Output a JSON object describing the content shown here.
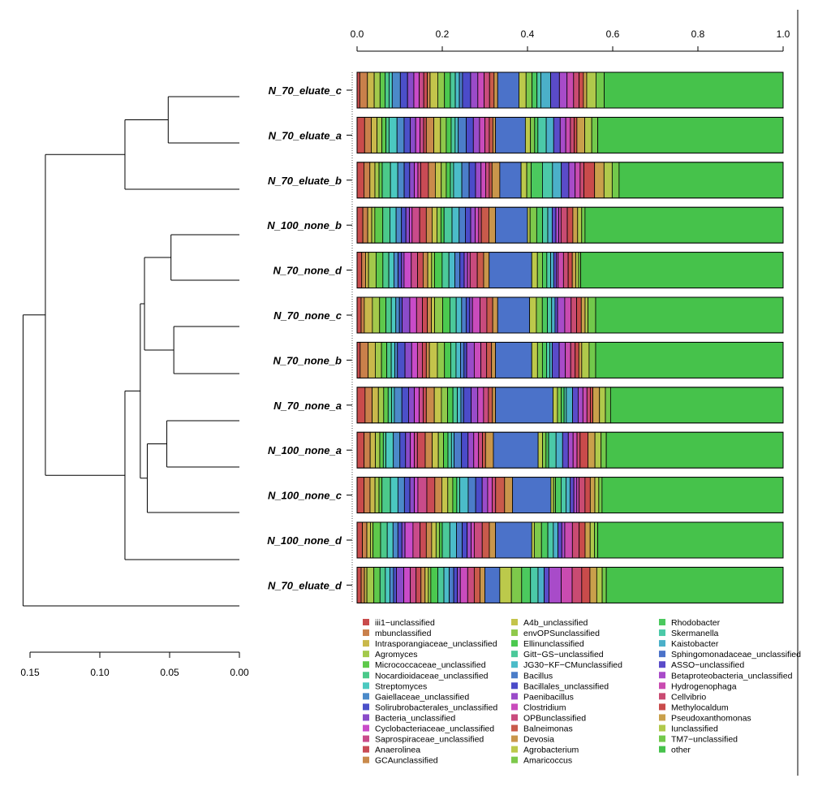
{
  "chart_data": {
    "type": "bar",
    "orientation": "horizontal",
    "stacked": true,
    "xlim": [
      0,
      1
    ],
    "x_ticks": [
      "0.0",
      "0.2",
      "0.4",
      "0.6",
      "0.8",
      "1.0"
    ],
    "dendrogram_ticks": [
      "0.15",
      "0.10",
      "0.05",
      "0.00"
    ],
    "dendrogram_range": [
      0.15,
      0.0
    ],
    "samples": [
      "N_70_eluate_c",
      "N_70_eluate_a",
      "N_70_eluate_b",
      "N_100_none_b",
      "N_70_none_d",
      "N_70_none_c",
      "N_70_none_b",
      "N_70_none_a",
      "N_100_none_a",
      "N_100_none_c",
      "N_100_none_d",
      "N_70_eluate_d"
    ],
    "sample_totals_other": [
      0.42,
      0.435,
      0.385,
      0.465,
      0.475,
      0.44,
      0.44,
      0.405,
      0.415,
      0.425,
      0.435,
      0.415
    ],
    "sample_key_segments": [
      {
        "sphingo_start": 0.33,
        "sphingo_end": 0.38
      },
      {
        "sphingo_start": 0.325,
        "sphingo_end": 0.395
      },
      {
        "sphingo_start": 0.335,
        "sphingo_end": 0.385
      },
      {
        "sphingo_start": 0.325,
        "sphingo_end": 0.4
      },
      {
        "sphingo_start": 0.31,
        "sphingo_end": 0.41
      },
      {
        "sphingo_start": 0.33,
        "sphingo_end": 0.405
      },
      {
        "sphingo_start": 0.325,
        "sphingo_end": 0.41
      },
      {
        "sphingo_start": 0.325,
        "sphingo_end": 0.46
      },
      {
        "sphingo_start": 0.32,
        "sphingo_end": 0.425
      },
      {
        "sphingo_start": 0.365,
        "sphingo_end": 0.455
      },
      {
        "sphingo_start": 0.325,
        "sphingo_end": 0.41
      },
      {
        "sphingo_start": 0.3,
        "sphingo_end": 0.335
      }
    ],
    "taxa": [
      {
        "name": "iii1−unclassified",
        "color": "#c94b4b"
      },
      {
        "name": "mbunclassified",
        "color": "#c9804b"
      },
      {
        "name": "Intrasporangiaceae_unclassified",
        "color": "#c9b84b"
      },
      {
        "name": "Agromyces",
        "color": "#a3c94b"
      },
      {
        "name": "Micrococcaceae_unclassified",
        "color": "#5ec94b"
      },
      {
        "name": "Nocardioidaceae_unclassified",
        "color": "#4bc98a"
      },
      {
        "name": "Streptomyces",
        "color": "#4bc9c0"
      },
      {
        "name": "Gaiellaceae_unclassified",
        "color": "#4b8ac9"
      },
      {
        "name": "Solirubrobacterales_unclassified",
        "color": "#4b50c9"
      },
      {
        "name": "Bacteria_unclassified",
        "color": "#8a4bc9"
      },
      {
        "name": "Cyclobacteriaceae_unclassified",
        "color": "#c94bc9"
      },
      {
        "name": "Saprospiraceae_unclassified",
        "color": "#c94b8a"
      },
      {
        "name": "Anaerolinea",
        "color": "#c94b55"
      },
      {
        "name": "GCAunclassified",
        "color": "#c98a4b"
      },
      {
        "name": "A4b_unclassified",
        "color": "#c4c44b"
      },
      {
        "name": "envOPSunclassified",
        "color": "#8fc94b"
      },
      {
        "name": "Ellinunclassified",
        "color": "#4bc94f"
      },
      {
        "name": "Gitt−GS−unclassified",
        "color": "#4bc99a"
      },
      {
        "name": "JG30−KF−CMunclassified",
        "color": "#4bbcc9"
      },
      {
        "name": "Bacillus",
        "color": "#4b7dc9"
      },
      {
        "name": "Bacillales_unclassified",
        "color": "#4b4bc9"
      },
      {
        "name": "Paenibacillus",
        "color": "#9a4bc9"
      },
      {
        "name": "Clostridium",
        "color": "#c94bbc"
      },
      {
        "name": "OPBunclassified",
        "color": "#c94b7d"
      },
      {
        "name": "Balneimonas",
        "color": "#c95a4b"
      },
      {
        "name": "Devosia",
        "color": "#c9964b"
      },
      {
        "name": "Agrobacterium",
        "color": "#bcc94b"
      },
      {
        "name": "Amaricoccus",
        "color": "#7dc94b"
      },
      {
        "name": "Rhodobacter",
        "color": "#4bc95e"
      },
      {
        "name": "Skermanella",
        "color": "#4bc9a8"
      },
      {
        "name": "Kaistobacter",
        "color": "#4bb0c9"
      },
      {
        "name": "Sphingomonadaceae_unclassified",
        "color": "#4b72c9"
      },
      {
        "name": "ASSO−unclassified",
        "color": "#5a4bc9"
      },
      {
        "name": "Betaproteobacteria_unclassified",
        "color": "#a84bc9"
      },
      {
        "name": "Hydrogenophaga",
        "color": "#c94bb0"
      },
      {
        "name": "Cellvibrio",
        "color": "#c94b72"
      },
      {
        "name": "Methylocaldum",
        "color": "#c94b4b"
      },
      {
        "name": "Pseudoxanthomonas",
        "color": "#c9a04b"
      },
      {
        "name": "Iunclassified",
        "color": "#b0c94b"
      },
      {
        "name": "TM7−unclassified",
        "color": "#72c94b"
      },
      {
        "name": "other",
        "color": "#46c24b"
      }
    ]
  }
}
